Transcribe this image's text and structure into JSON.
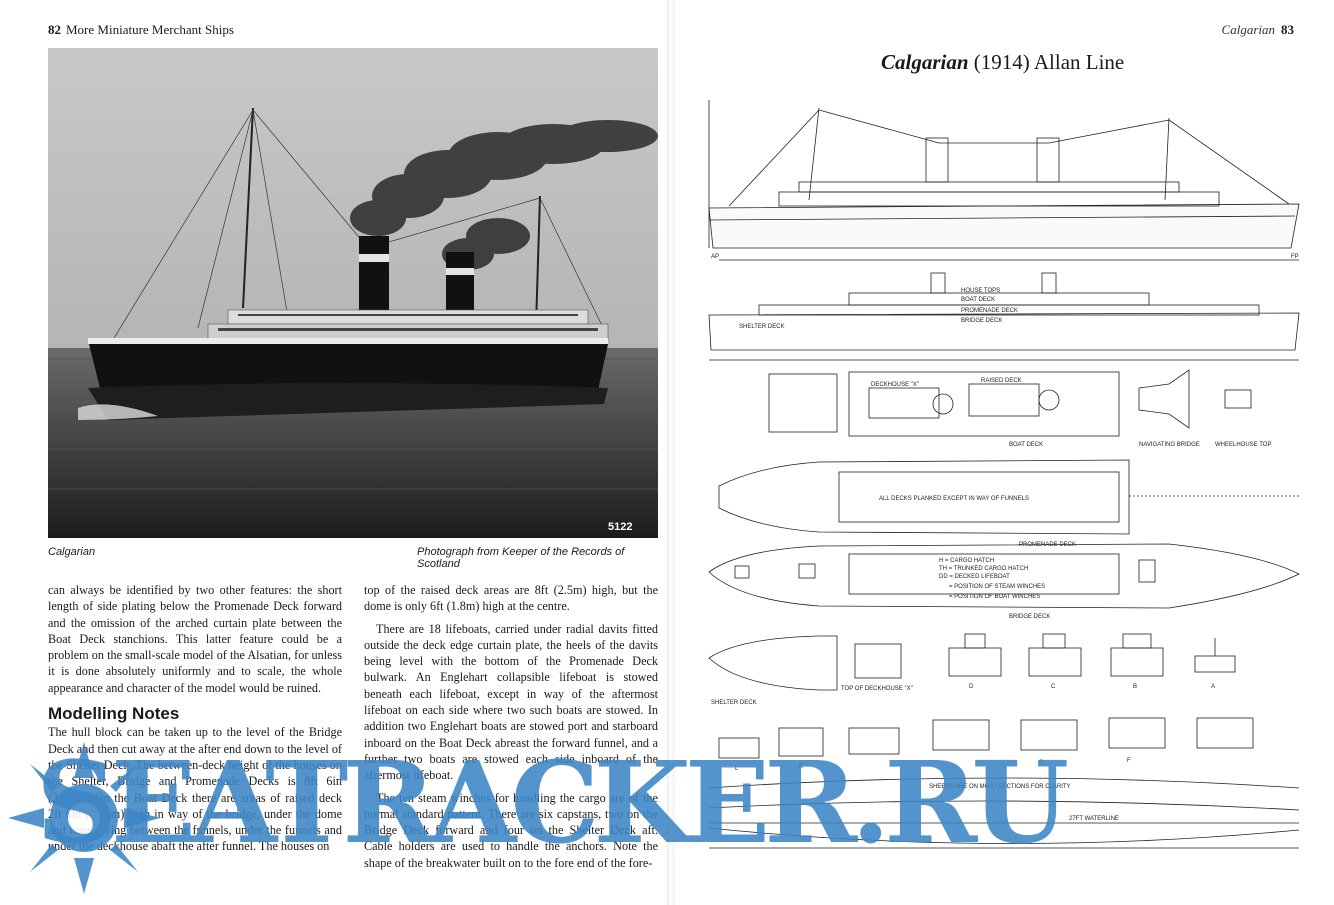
{
  "left_page": {
    "header": {
      "page_number": "82",
      "running_title": "More Miniature Merchant Ships"
    },
    "photo": {
      "plate_number": "5122"
    },
    "captions": {
      "ship": "Calgarian",
      "credit": "Photograph from Keeper of the Records of Scotland"
    },
    "column_a": {
      "para1": "can always be identified by two other features: the short length of side plating below the Promenade Deck forward and the omission of the arched curtain plate between the Boat Deck stanchions. This latter feature could be a problem on the small-scale model of the Alsatian, for unless it is done absolutely uniformly and to scale, the whole appearance and character of the model would be ruined.",
      "heading": "Modelling Notes",
      "para2": "The hull block can be taken up to the level of the Bridge Deck and then cut away at the after end down to the level of the Shelter Deck. The between-deck height of the houses on the Shelter, Bridge and Promenade Decks is 8ft 6in (2.65m). On the Boat Deck there are areas of raised deck 2ft 6in (0.75m) high in way of the bridge, under the dome and house lying between the funnels, under the funnels and under the deckhouse abaft the after funnel. The houses on"
    },
    "column_b": {
      "para1": "top of the raised deck areas are 8ft (2.5m) high, but the dome is only 6ft (1.8m) high at the centre.",
      "para2": "There are 18 lifeboats, carried under radial davits fitted outside the deck edge curtain plate, the heels of the davits being level with the bottom of the Promenade Deck bulwark. An Englehart collapsible lifeboat is stowed beneath each lifeboat, except in way of the aftermost lifeboat on each side where two such boats are stowed. In addition two Englehart boats are stowed port and starboard inboard on the Boat Deck abreast the forward funnel, and a further two boats are stowed each side inboard of the aftermost lifeboat.",
      "para3": "The ten steam winches for handling the cargo are of the normal standard pattern. There are six capstans, two on the Bridge Deck forward and four on the Shelter Deck aft. Cable holders are used to handle the anchors. Note the shape of the breakwater built on to the fore end of the fore-"
    }
  },
  "right_page": {
    "header": {
      "running_title": "Calgarian",
      "page_number": "83"
    },
    "title": {
      "ship": "Calgarian",
      "rest": " (1914) Allan Line"
    },
    "labels": {
      "house_tops": "HOUSE TOPS",
      "boat_deck_upper": "BOAT DECK",
      "promenade_deck_upper": "PROMENADE DECK",
      "bridge_deck_upper": "BRIDGE DECK",
      "shelter_deck_upper": "SHELTER DECK",
      "deckhouse_x": "DECKHOUSE \"X\"",
      "raised_deck": "RAISED DECK",
      "boat_deck": "BOAT DECK",
      "navigating_bridge": "NAVIGATING BRIDGE",
      "wheelhouse_top": "WHEELHOUSE TOP",
      "all_decks_planked": "ALL DECKS PLANKED EXCEPT IN WAY OF FUNNELS",
      "promenade_deck": "PROMENADE DECK",
      "legend_h": "H = CARGO HATCH",
      "legend_th": "TH = TRUNKED CARGO HATCH",
      "legend_dd": "DD = DECKED LIFEBOAT",
      "legend_winches": "= POSITION OF STEAM WINCHES",
      "legend_boat_winches": "= POSITION OF BOAT WINCHES",
      "bridge_deck": "BRIDGE DECK",
      "shelter_deck": "SHELTER DECK",
      "top_of_deckhouse_x": "TOP OF DECKHOUSE \"X\"",
      "waterline": "27FT WATERLINE",
      "note": "SHEERS ARE ON MOST SECTIONS FOR CLARITY",
      "ap": "AP",
      "fp": "FP",
      "sec_d": "D",
      "sec_c": "C",
      "sec_b": "B",
      "sec_a": "A",
      "sec_l": "L",
      "sec_k": "K",
      "sec_g": "G",
      "sec_f": "F"
    }
  },
  "watermark": {
    "text": "SEATRACKER.RU"
  },
  "colors": {
    "watermark": "#3d86c6",
    "ink": "#1a1a1a"
  }
}
